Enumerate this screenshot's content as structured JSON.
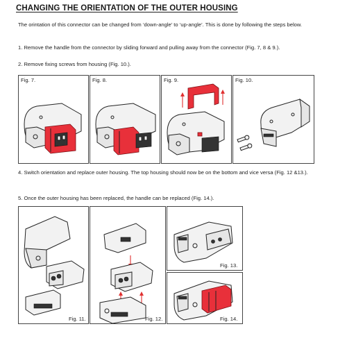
{
  "title": "CHANGING THE ORIENTATION OF THE OUTER HOUSING",
  "intro": "The orintation of this connector can be changed from ‘down-angle’ to ‘up-angle’. This is done by following the steps below.",
  "steps": [
    "1. Remove the handle from the connector by sliding forward and pulling away from the connector (Fig. 7, 8 & 9.).",
    "2. Remove fixing screws from housing (Fig. 10.).",
    "4. Switch orientation and replace outer housing. The top housing should now be on the bottom and vice versa (Fig. 12 &13.).",
    "5. Once the outer housing has been replaced, the handle can be replaced (Fig. 14.)."
  ],
  "figures": {
    "fig7": "Fig. 7.",
    "fig8": "Fig. 8.",
    "fig9": "Fig. 9.",
    "fig10": "Fig. 10.",
    "fig11": "Fig. 11.",
    "fig12": "Fig. 12.",
    "fig13": "Fig. 13.",
    "fig14": "Fig. 14."
  },
  "colors": {
    "handle": "#e8303a",
    "housing": "#f2f2f2",
    "outline": "#222222"
  }
}
